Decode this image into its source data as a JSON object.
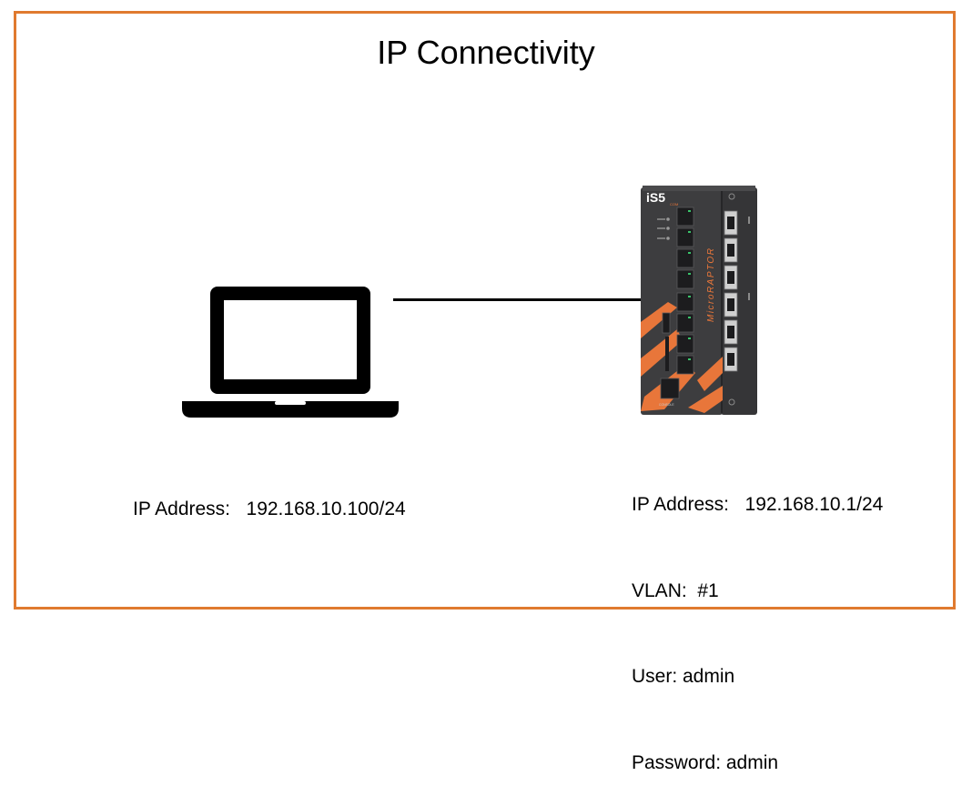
{
  "title": "IP Connectivity",
  "colors": {
    "frame": "#e07a2f",
    "switch_body": "#3d3d3f",
    "switch_accent": "#e8763a"
  },
  "laptop": {
    "icon": "laptop-icon",
    "ip_line": "IP Address:   192.168.10.100/24"
  },
  "switch": {
    "icon": "network-switch-image",
    "brand": "iS5",
    "brand_suffix": "COM",
    "model": "MicroRAPTOR",
    "port_label": "CONSOLE",
    "lines": [
      "IP Address:   192.168.10.1/24",
      "VLAN:  #1",
      "User: admin",
      "Password: admin"
    ]
  }
}
